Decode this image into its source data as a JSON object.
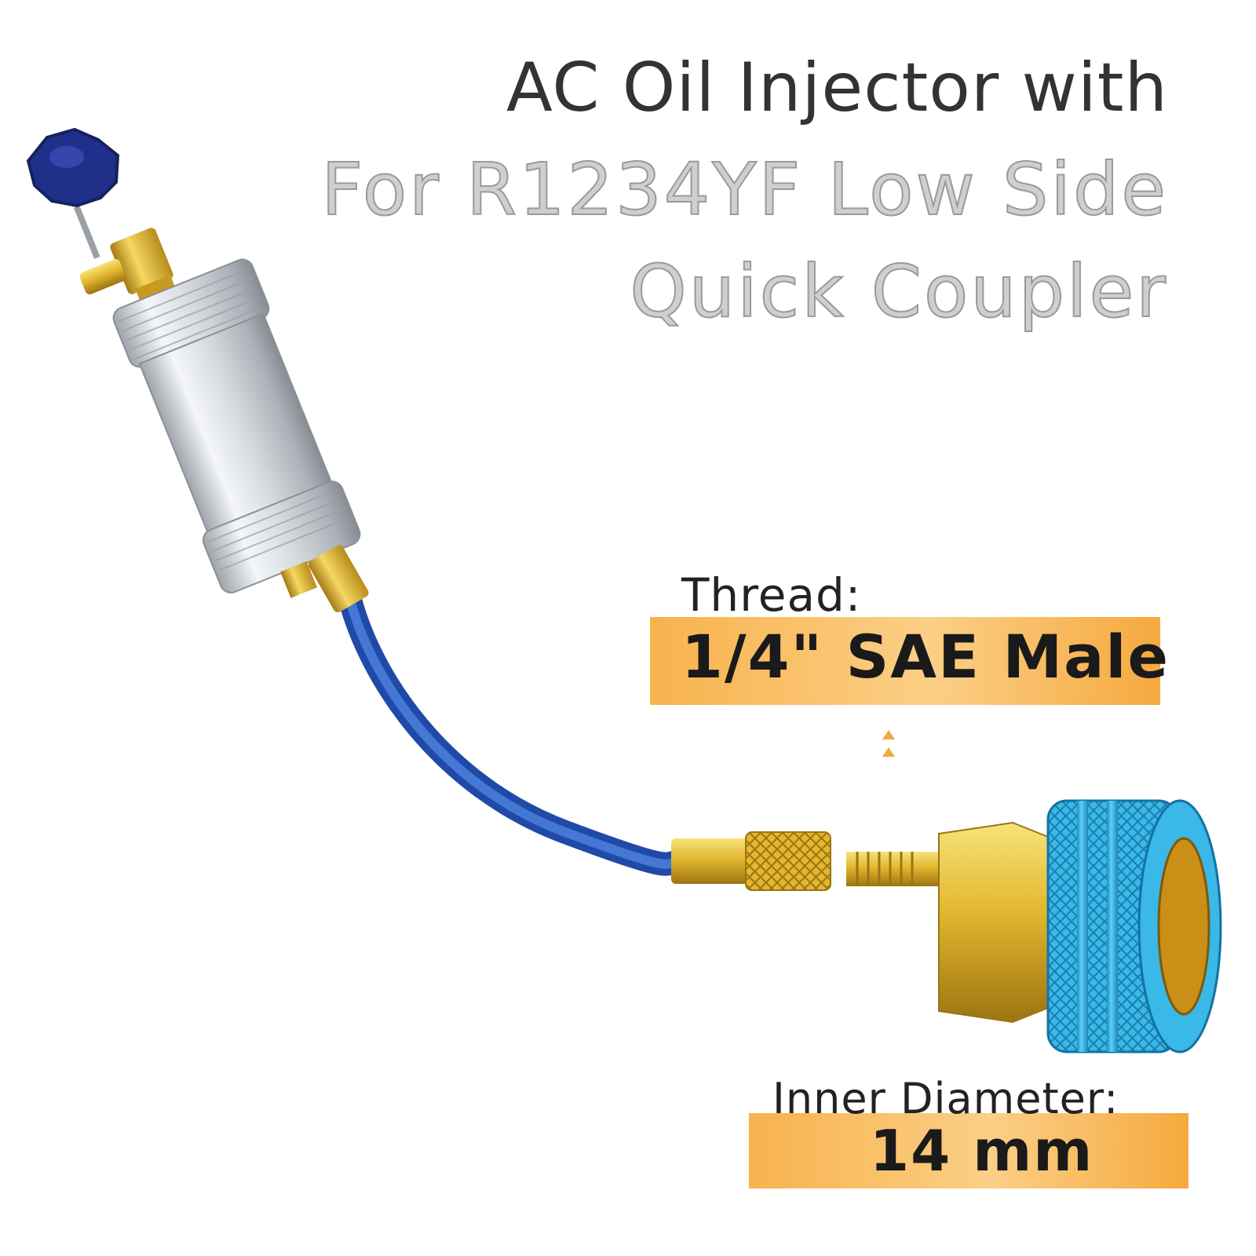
{
  "title": {
    "line1": "AC Oil Injector with",
    "line2": "For R1234YF Low Side",
    "line3": "Quick Coupler"
  },
  "specs": {
    "thread": {
      "label": "Thread:",
      "value": "1/4\" SAE Male"
    },
    "inner_diameter": {
      "label": "Inner Diameter:",
      "value": "14 mm"
    }
  },
  "colors": {
    "knob": "#1f2f8a",
    "canister": "#d6d9dd",
    "brass": "#e0b82e",
    "hose": "#2f5fc6",
    "coupler": "#35b6e6",
    "label_highlight": "#f9bd5e"
  },
  "icons": [
    "arrow-up-icon"
  ]
}
